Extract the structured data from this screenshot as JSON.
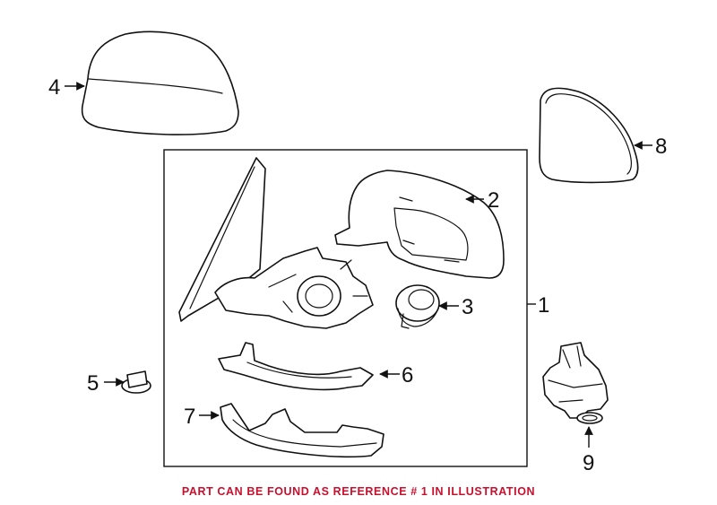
{
  "callouts": {
    "c1": "1",
    "c2": "2",
    "c3": "3",
    "c4": "4",
    "c5": "5",
    "c6": "6",
    "c7": "7",
    "c8": "8",
    "c9": "9"
  },
  "footnote": "PART CAN BE FOUND AS REFERENCE # 1 IN ILLUSTRATION",
  "colors": {
    "footnote": "#c8102e",
    "line": "#111111",
    "background": "#ffffff"
  }
}
